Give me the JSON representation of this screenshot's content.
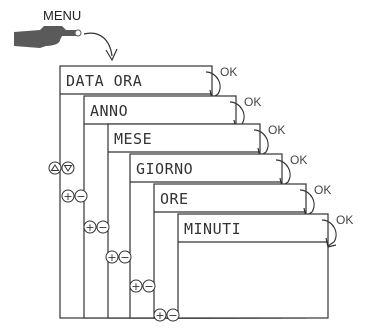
{
  "menu_label": "MENU",
  "ok_label": "OK",
  "screens": [
    {
      "id": "data-ora",
      "label": "DATA ORA"
    },
    {
      "id": "anno",
      "label": "ANNO"
    },
    {
      "id": "mese",
      "label": "MESE"
    },
    {
      "id": "giorno",
      "label": "GIORNO"
    },
    {
      "id": "ore",
      "label": "ORE"
    },
    {
      "id": "minuti",
      "label": "MINUTI"
    }
  ],
  "buttons": {
    "plus_glyph": "+",
    "minus_glyph": "−",
    "up_icon": "triangle-up-icon",
    "down_icon": "triangle-down-icon"
  },
  "colors": {
    "line": "#333333",
    "hand": "#5a5a5a"
  }
}
